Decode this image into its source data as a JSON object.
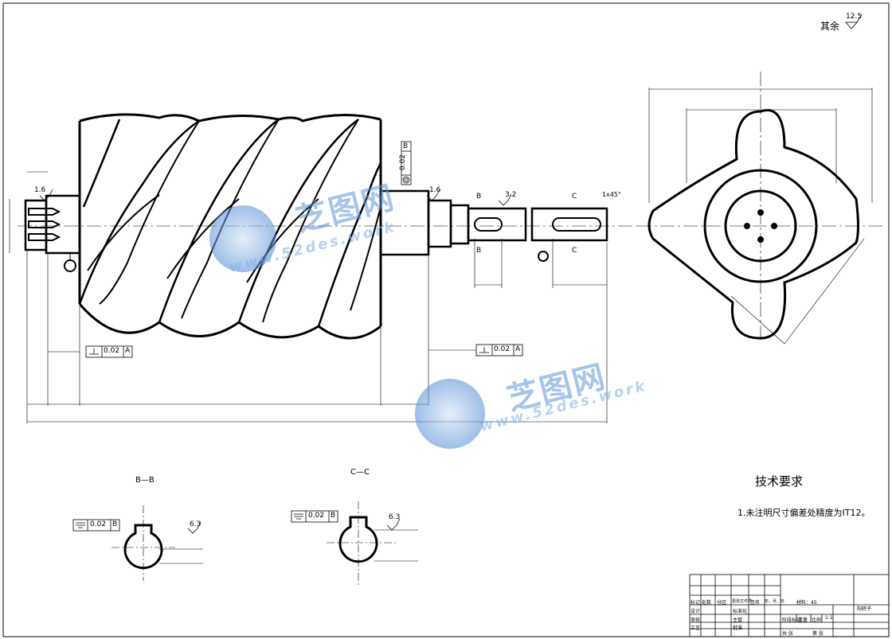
{
  "roughness": {
    "rest_label": "其余",
    "rest_value": "12.5",
    "flank": "1.6",
    "journal": "1.6",
    "keyway_left": "3.2",
    "keyway_bc_b": "6.3",
    "keyway_bc_c": "6.3"
  },
  "tolerances": {
    "runout_b": "0.02",
    "runout_b_datum": "B",
    "perp_left_value": "0.02",
    "perp_left_datum": "A",
    "perp_right_value": "0.02",
    "perp_right_datum": "A",
    "sym_b_value": "0.02",
    "sym_b_datum": "B",
    "sym_c_value": "0.02",
    "sym_c_datum": "B"
  },
  "section_marks": {
    "b": "B",
    "c": "C",
    "chamfer": "1x45°"
  },
  "section_titles": {
    "b": "B—B",
    "c": "C—C"
  },
  "tech_req": {
    "title": "技术要求",
    "item1": "1.未注明尺寸偏差处精度为IT12。"
  },
  "title_block": {
    "material": "材料：45",
    "part_name": "阳转子",
    "scale": "1:1",
    "row_labels": [
      "标记",
      "处数",
      "分区",
      "更改文件号",
      "签名",
      "年、月、日"
    ],
    "design": "设计",
    "check": "审核",
    "process": "工艺",
    "standard": "标准化",
    "approve": "批准",
    "stage": "阶段标记",
    "weight": "重量",
    "ratio": "比例",
    "sheet_total": "共  张",
    "sheet_no": "第  张",
    "std": "主管"
  },
  "watermark": {
    "cn": "芝图网",
    "url": "www.52des.work"
  }
}
